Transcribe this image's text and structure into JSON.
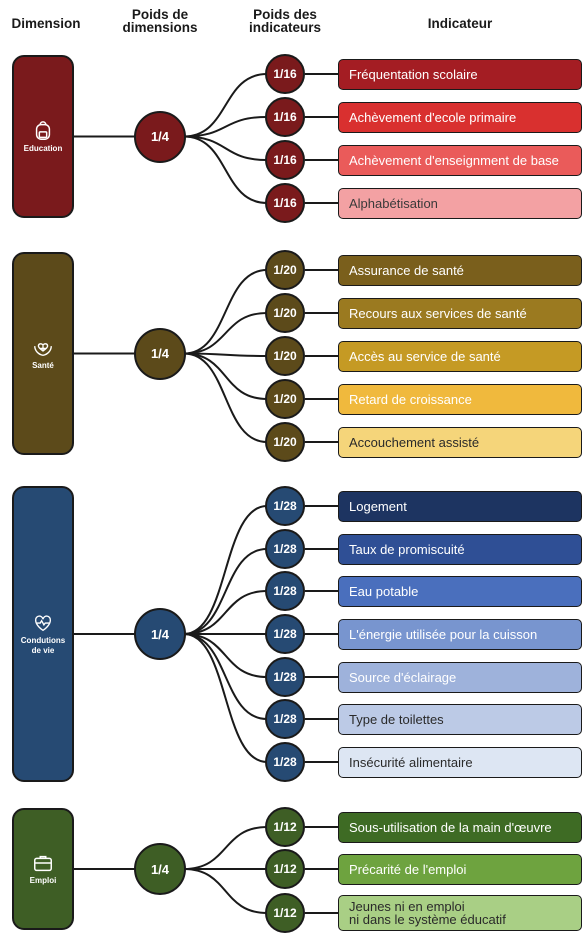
{
  "headers": {
    "dimension": "Dimension",
    "dim_weight": "Poids de\ndimensions",
    "ind_weight": "Poids des\nindicateurs",
    "indicator": "Indicateur"
  },
  "groups": [
    {
      "name": "Education",
      "icon": "backpack-icon",
      "weight": "1/4",
      "color": "#7a1a1c",
      "indicators": [
        {
          "label": "Fréquentation scolaire",
          "weight": "1/16",
          "color": "#a41d23",
          "text_color": "#ffffff"
        },
        {
          "label": "Achèvement d'ecole primaire",
          "weight": "1/16",
          "color": "#d9302f",
          "text_color": "#ffffff"
        },
        {
          "label": "Achèvement d'enseignment de base",
          "weight": "1/16",
          "color": "#ea5b5a",
          "text_color": "#ffffff"
        },
        {
          "label": "Alphabétisation",
          "weight": "1/16",
          "color": "#f3a1a3",
          "text_color": "#3a3a3a"
        }
      ]
    },
    {
      "name": "Santé",
      "icon": "heart-hands-icon",
      "weight": "1/4",
      "color": "#5c4a1a",
      "indicators": [
        {
          "label": "Assurance de santé",
          "weight": "1/20",
          "color": "#7a5f1c",
          "text_color": "#ffffff"
        },
        {
          "label": "Recours aux services de santé",
          "weight": "1/20",
          "color": "#9b7a20",
          "text_color": "#ffffff"
        },
        {
          "label": "Accès au service de santé",
          "weight": "1/20",
          "color": "#c59a24",
          "text_color": "#ffffff"
        },
        {
          "label": "Retard de croissance",
          "weight": "1/20",
          "color": "#f0b93d",
          "text_color": "#ffffff"
        },
        {
          "label": "Accouchement assisté",
          "weight": "1/20",
          "color": "#f5d57a",
          "text_color": "#2a2a2a"
        }
      ]
    },
    {
      "name": "Condutions de vie",
      "icon": "heartbeat-icon",
      "weight": "1/4",
      "color": "#264a73",
      "indicators": [
        {
          "label": "Logement",
          "weight": "1/28",
          "color": "#1d3461",
          "text_color": "#ffffff"
        },
        {
          "label": "Taux de promiscuité",
          "weight": "1/28",
          "color": "#2f4f95",
          "text_color": "#ffffff"
        },
        {
          "label": "Eau potable",
          "weight": "1/28",
          "color": "#4a6fbd",
          "text_color": "#ffffff"
        },
        {
          "label": "L'énergie utilisée pour la cuisson",
          "weight": "1/28",
          "color": "#7895cf",
          "text_color": "#ffffff"
        },
        {
          "label": "Source d'éclairage",
          "weight": "1/28",
          "color": "#9eb2db",
          "text_color": "#ffffff"
        },
        {
          "label": "Type de toilettes",
          "weight": "1/28",
          "color": "#bccae6",
          "text_color": "#2a2a2a"
        },
        {
          "label": "Insécurité alimentaire",
          "weight": "1/28",
          "color": "#dde6f3",
          "text_color": "#2a2a2a"
        }
      ]
    },
    {
      "name": "Emploi",
      "icon": "briefcase-icon",
      "weight": "1/4",
      "color": "#3e5e25",
      "indicators": [
        {
          "label": "Sous-utilisation de la main d'œuvre",
          "weight": "1/12",
          "color": "#3e6b24",
          "text_color": "#ffffff"
        },
        {
          "label": "Précarité de l'emploi",
          "weight": "1/12",
          "color": "#6ea33f",
          "text_color": "#ffffff"
        },
        {
          "label": "Jeunes ni en emploi\nni dans le système éducatif",
          "weight": "1/12",
          "color": "#a9cf85",
          "text_color": "#2a2a2a"
        }
      ]
    }
  ]
}
